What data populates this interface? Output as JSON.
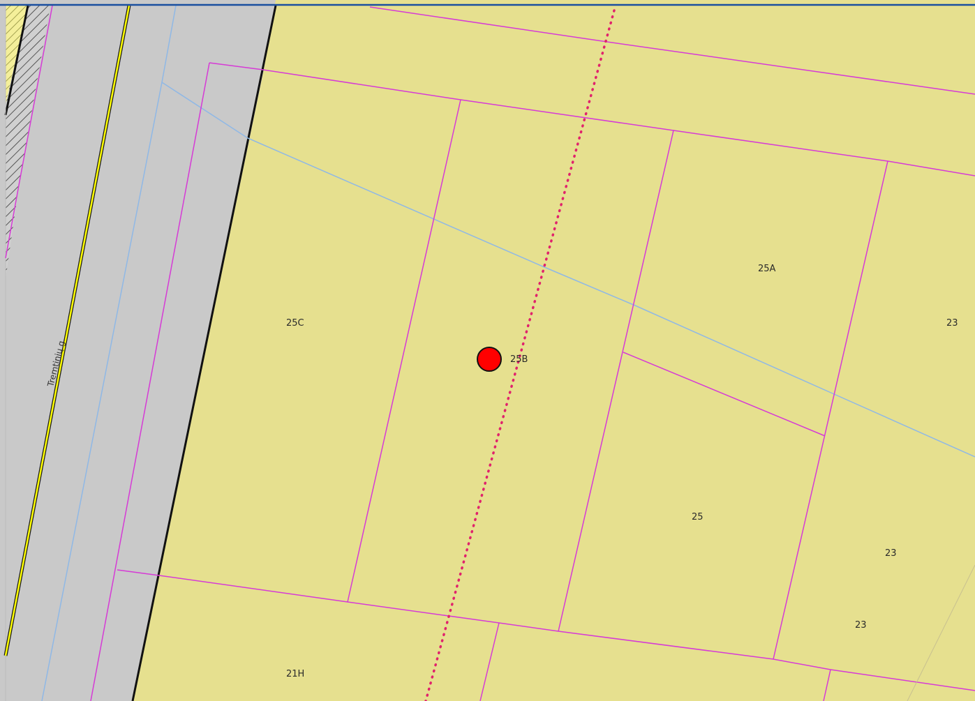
{
  "map": {
    "street_name": "Tremtinių g.",
    "parcels": [
      "25C",
      "25B",
      "25A",
      "23",
      "25",
      "23",
      "23",
      "21H"
    ],
    "colors": {
      "parcel_fill": "#e6e08f",
      "road_fill": "#c9c9c9",
      "parcel_border": "#d63ad6",
      "utility_line": "#8fb8e6",
      "dotted_line": "#e0226c",
      "marker_fill": "#ff0000",
      "centerline": "#ffff00",
      "top_border": "#1a4fa0"
    },
    "marker": {
      "label": "25B",
      "icon": "location-marker-icon"
    }
  }
}
